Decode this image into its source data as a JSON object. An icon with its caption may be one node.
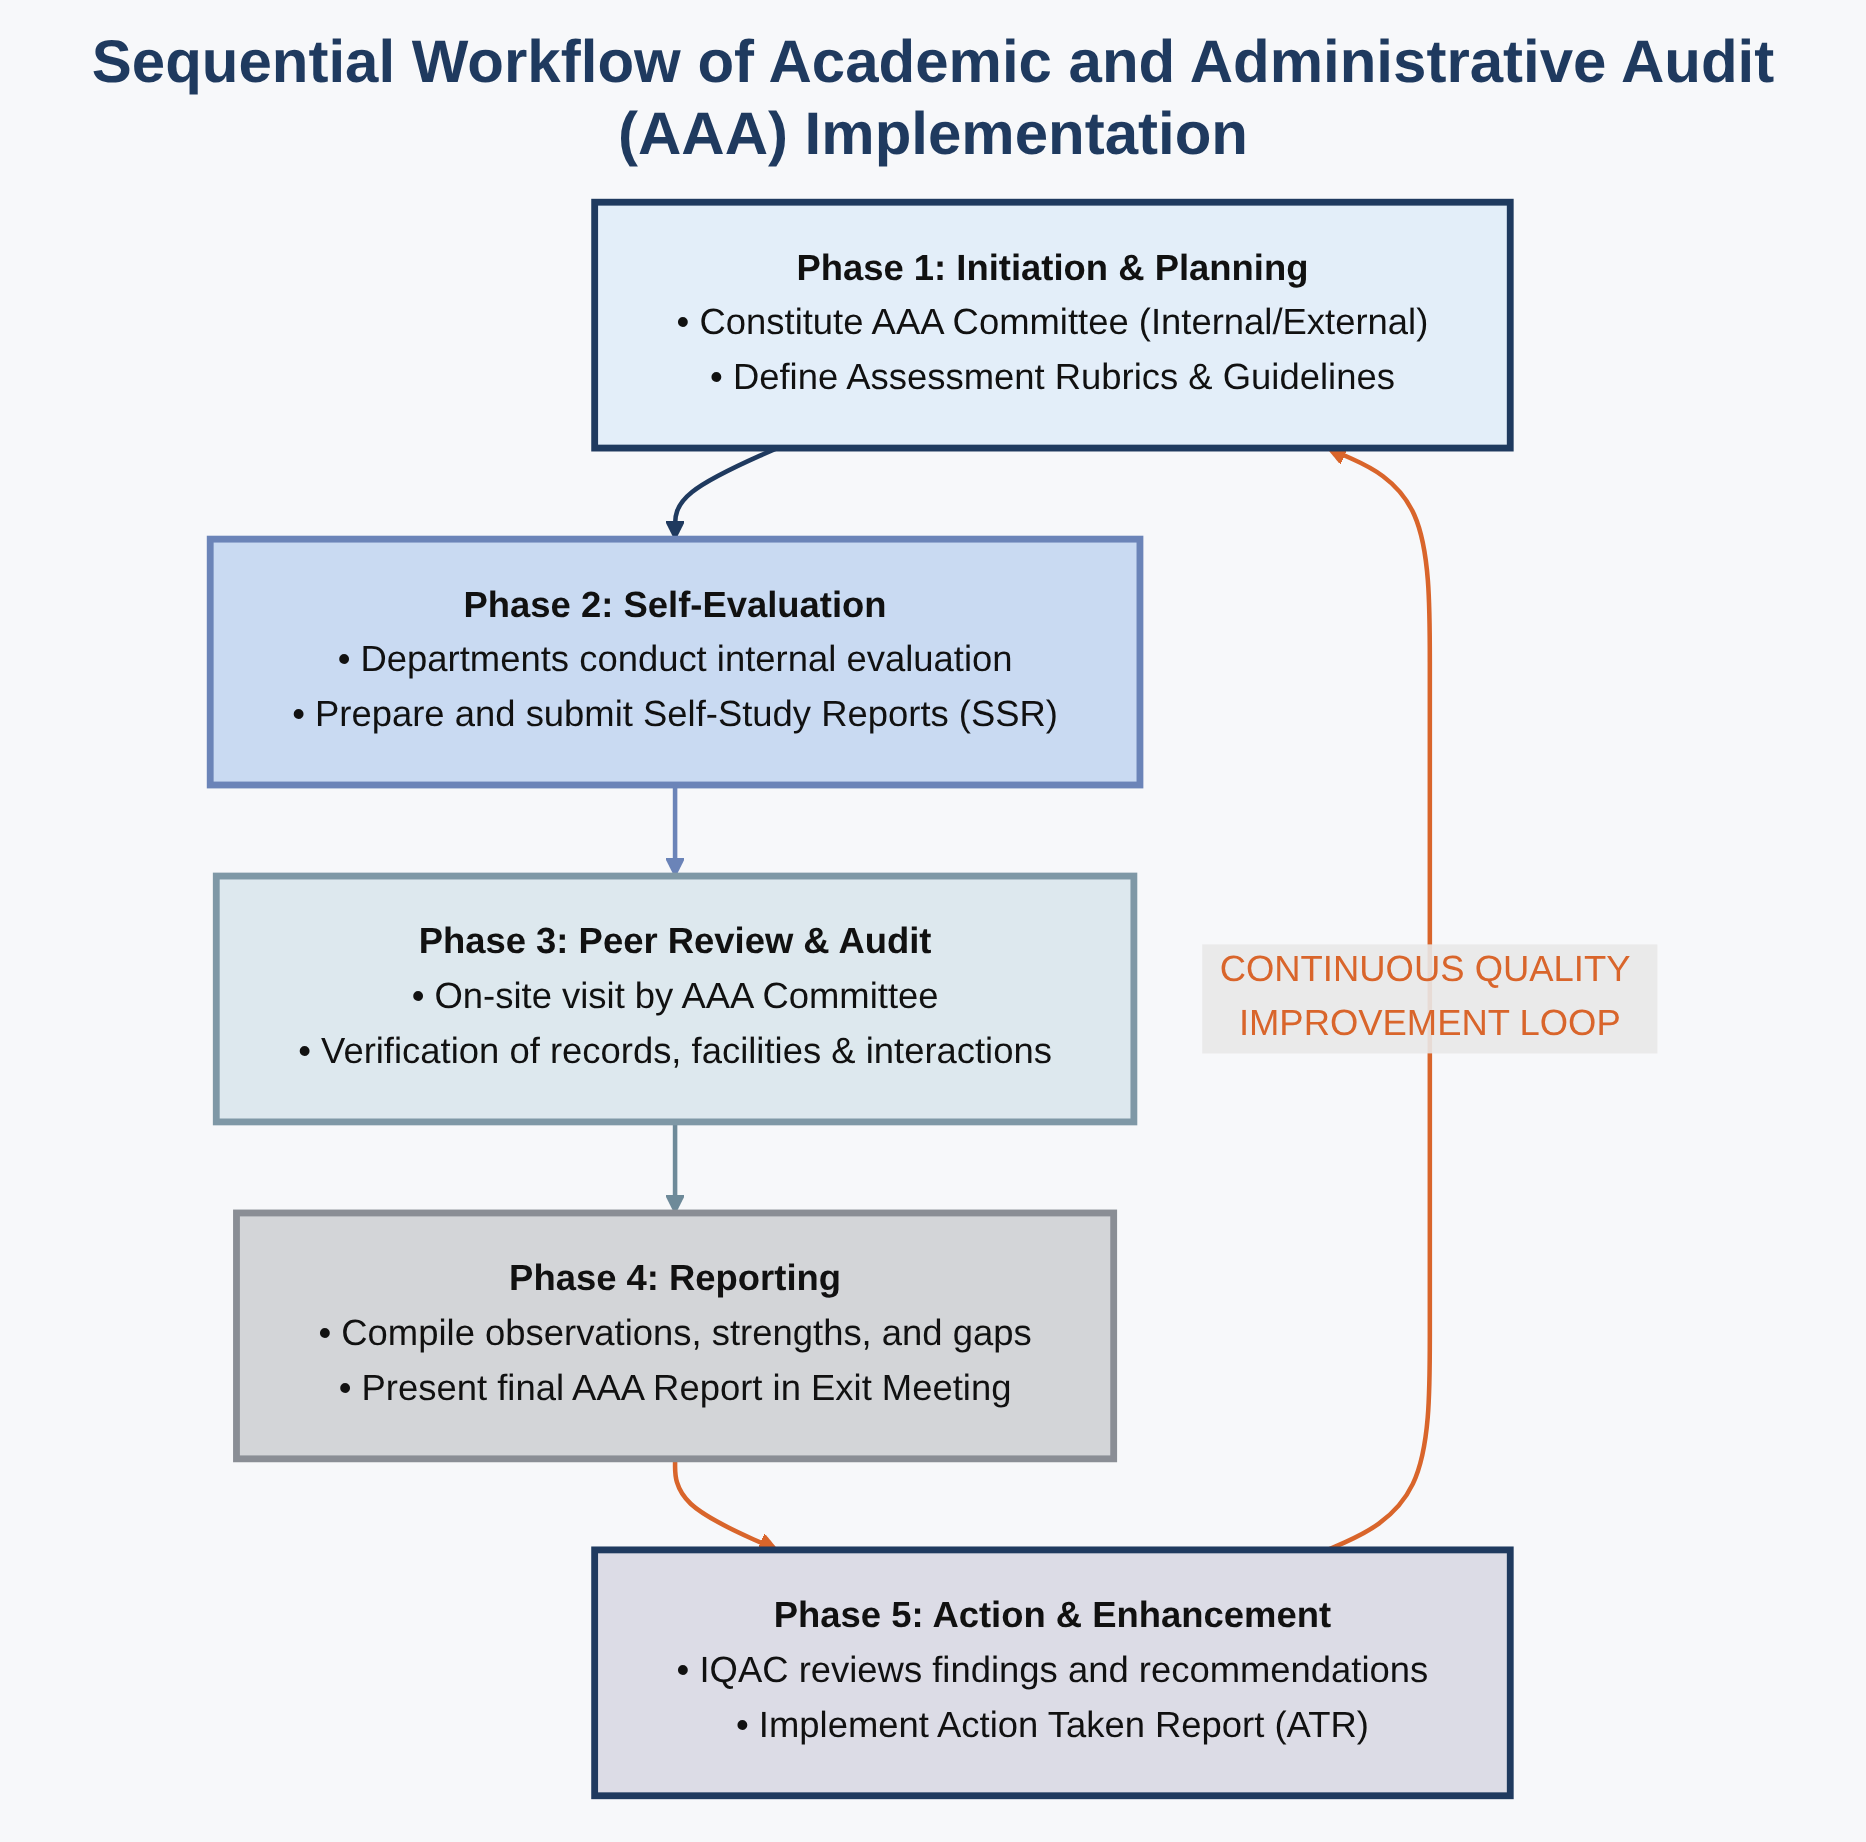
{
  "diagram": {
    "title": "Sequential Workflow of Academic and Administrative Audit (AAA) Implementation",
    "nodes": [
      {
        "text": [
          "Phase 1: Initiation & Planning",
          "• Constitute AAA Committee (Internal/External)",
          "• Define Assessment Rubrics & Guidelines"
        ]
      },
      {
        "text": [
          "Phase 2: Self-Evaluation",
          "• Departments conduct internal evaluation",
          "• Prepare and submit Self-Study Reports (SSR)"
        ]
      },
      {
        "text": [
          "Phase 3: Peer Review & Audit",
          "• On-site visit by AAA Committee",
          "• Verification of records, facilities & interactions"
        ]
      },
      {
        "text": [
          "Phase 4: Reporting",
          "• Compile observations, strengths, and gaps",
          "• Present final AAA Report in Exit Meeting"
        ]
      },
      {
        "text": [
          "Phase 5: Action & Enhancement",
          "• IQAC reviews findings and recommendations",
          "• Implement Action Taken Report (ATR)"
        ]
      }
    ],
    "edges": [
      {
        "from": 0,
        "to": 1,
        "arrow": "to",
        "color": "#1f3a5f"
      },
      {
        "from": 1,
        "to": 2,
        "arrow": "to",
        "color": "#6b84b8"
      },
      {
        "from": 2,
        "to": 3,
        "arrow": "to",
        "color": "#6e8a99"
      },
      {
        "from": 3,
        "to": 4,
        "arrow": "to",
        "color": "#d9652b"
      },
      {
        "from": 4,
        "to": 0,
        "arrow": "to",
        "label": "CONTINUOUS QUALITY IMPROVEMENT LOOP",
        "color": "#d9652b"
      }
    ]
  }
}
